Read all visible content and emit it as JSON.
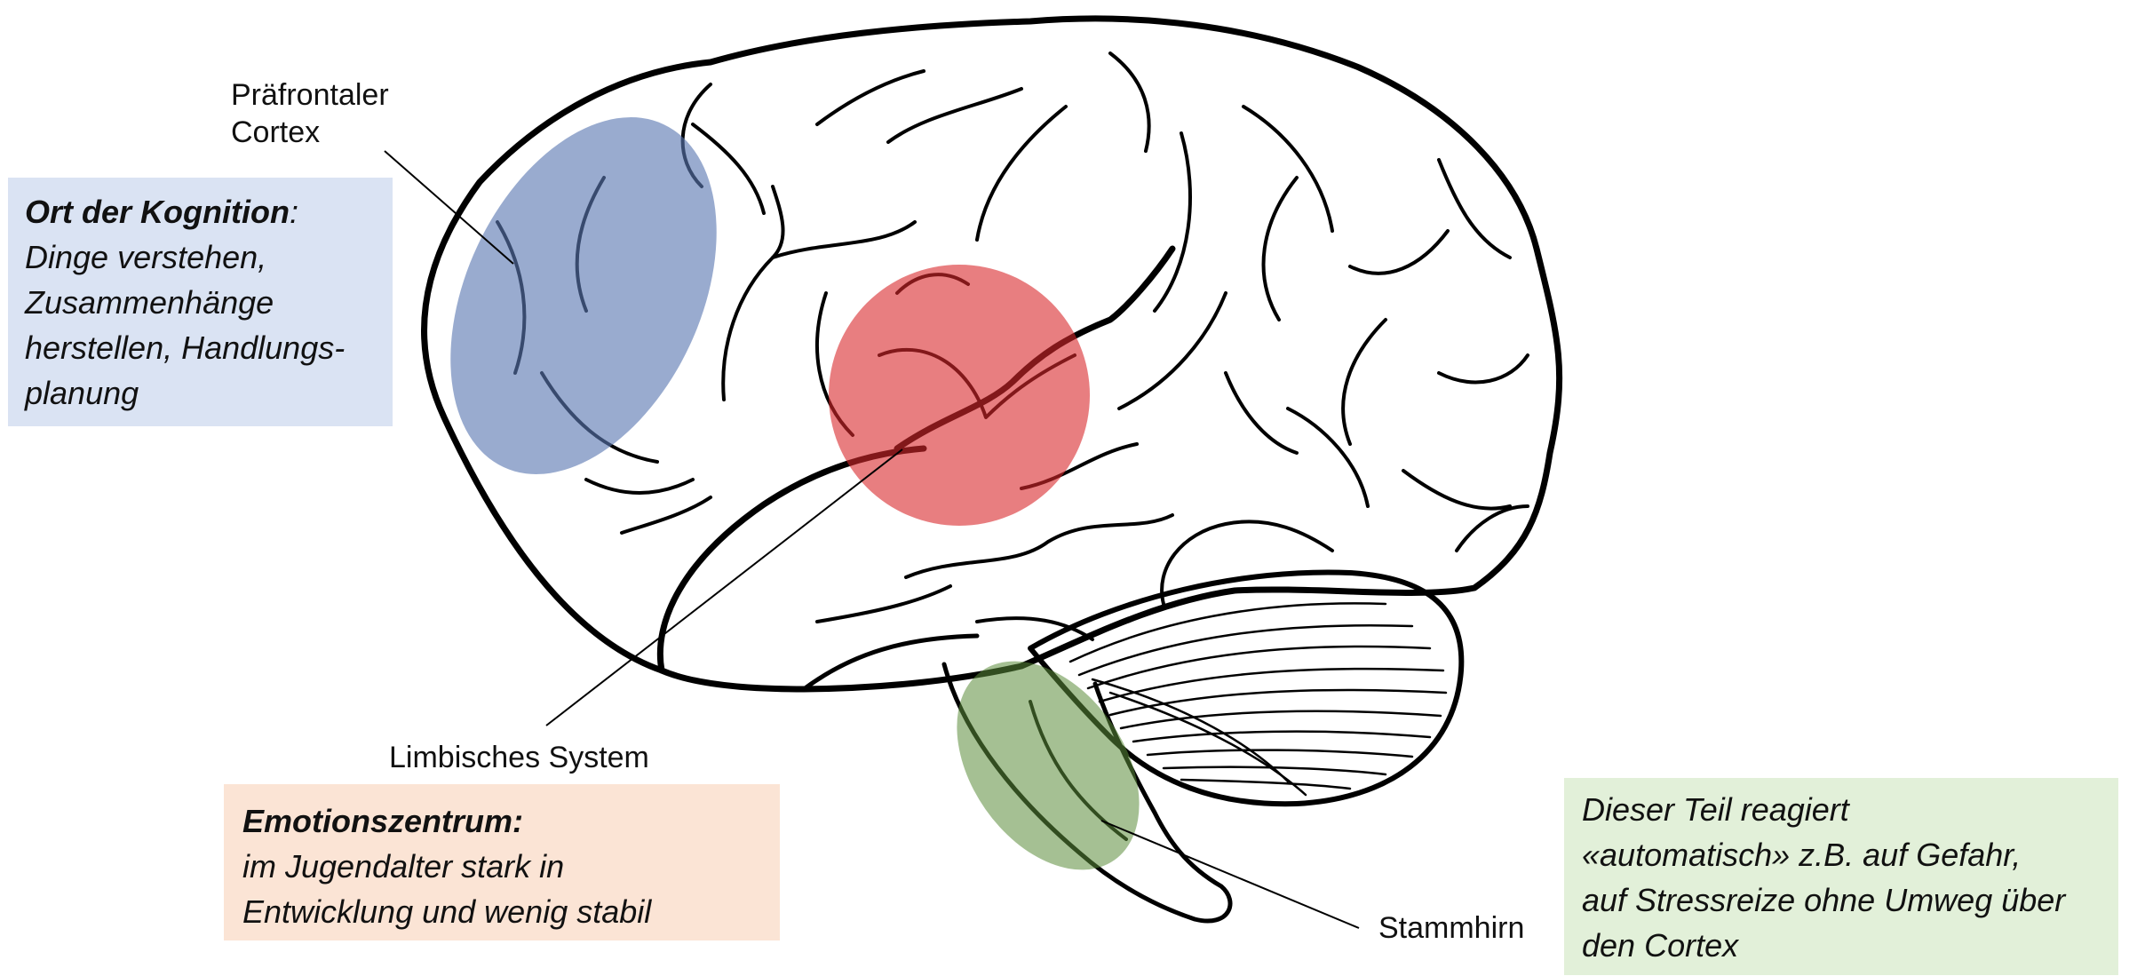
{
  "colors": {
    "prefrontal_highlight": "#8ea3c8",
    "limbic_highlight": "#e57a7c",
    "stem_highlight": "#9dbb87",
    "cortex_box_bg": "#dae3f3",
    "limbic_box_bg": "#fbe4d5",
    "stem_box_bg": "#e2f0d9",
    "outline": "#000000"
  },
  "labels": {
    "prefrontal": [
      "Präfrontaler",
      "Cortex"
    ],
    "limbic": "Limbisches System",
    "stem": "Stammhirn"
  },
  "boxes": {
    "cortex": {
      "heading": "Ort der Kognition",
      "heading_suffix": ":",
      "lines": [
        "Dinge verstehen,",
        "Zusammenhänge",
        "herstellen, Handlungs-",
        "planung"
      ]
    },
    "limbic": {
      "heading": "Emotionszentrum:",
      "lines": [
        "im Jugendalter stark in",
        "Entwicklung und wenig stabil"
      ]
    },
    "stem": {
      "lines": [
        "Dieser Teil reagiert",
        "«automatisch» z.B. auf Gefahr,",
        "auf Stressreize ohne Umweg über",
        "den Cortex"
      ]
    }
  }
}
